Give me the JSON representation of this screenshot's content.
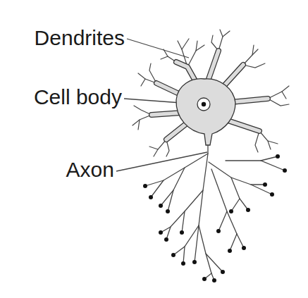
{
  "diagram": {
    "labels": [
      "Dendrites",
      "Cell body",
      "Axon"
    ]
  }
}
